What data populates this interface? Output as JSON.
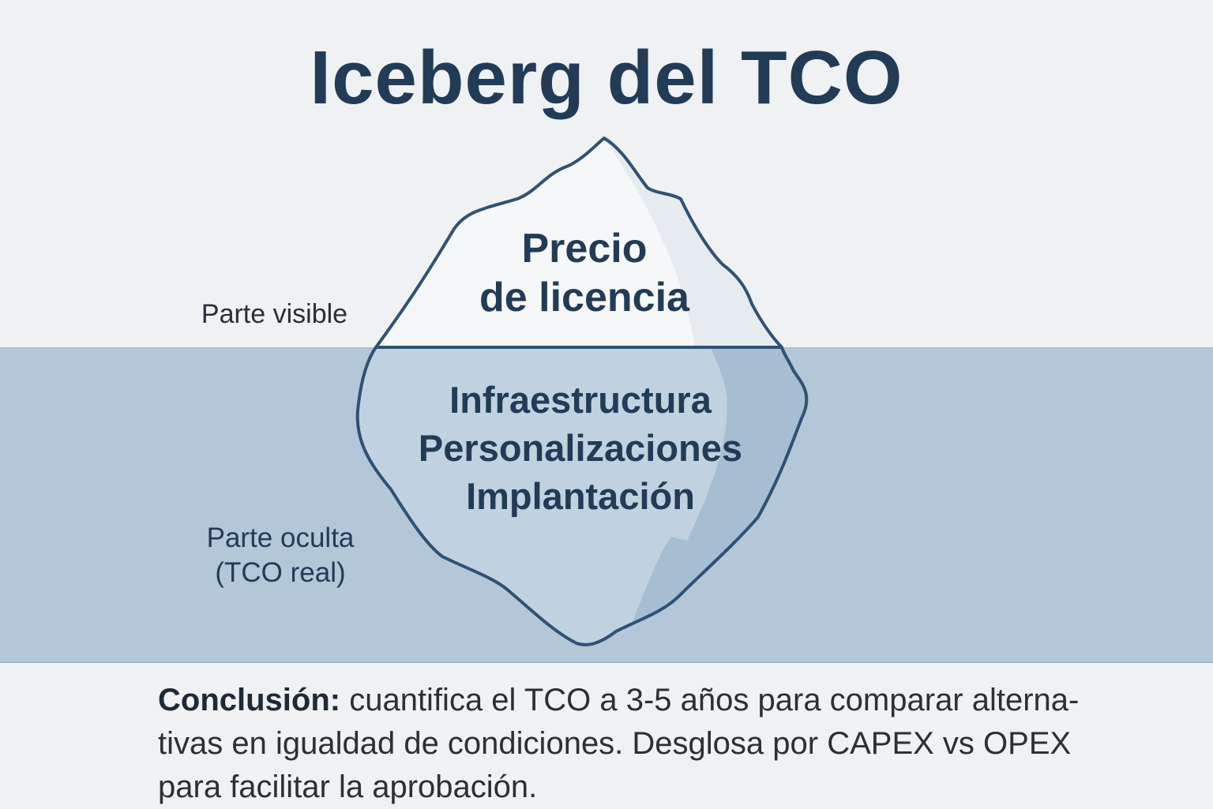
{
  "title": "Iceberg del TCO",
  "labels": {
    "visible": "Parte visible",
    "hidden_line1": "Parte oculta",
    "hidden_line2": "(TCO real)"
  },
  "iceberg": {
    "tip": [
      "Precio",
      "de licencia"
    ],
    "submerged": [
      "Infraestructura",
      "Personalizaciones",
      "Implantación"
    ]
  },
  "conclusion": {
    "lead": "Conclusión:",
    "lines": [
      " cuantifica el TCO a 3-5 años para comparar alterna-",
      "tivas en igualdad de condiciones. Desglosa por CAPEX vs OPEX",
      "para facilitar la aprobación."
    ]
  },
  "colors": {
    "background": "#eff1f3",
    "water": "#b3c7d8",
    "outline": "#2f5274",
    "text_dark": "#223b57"
  }
}
